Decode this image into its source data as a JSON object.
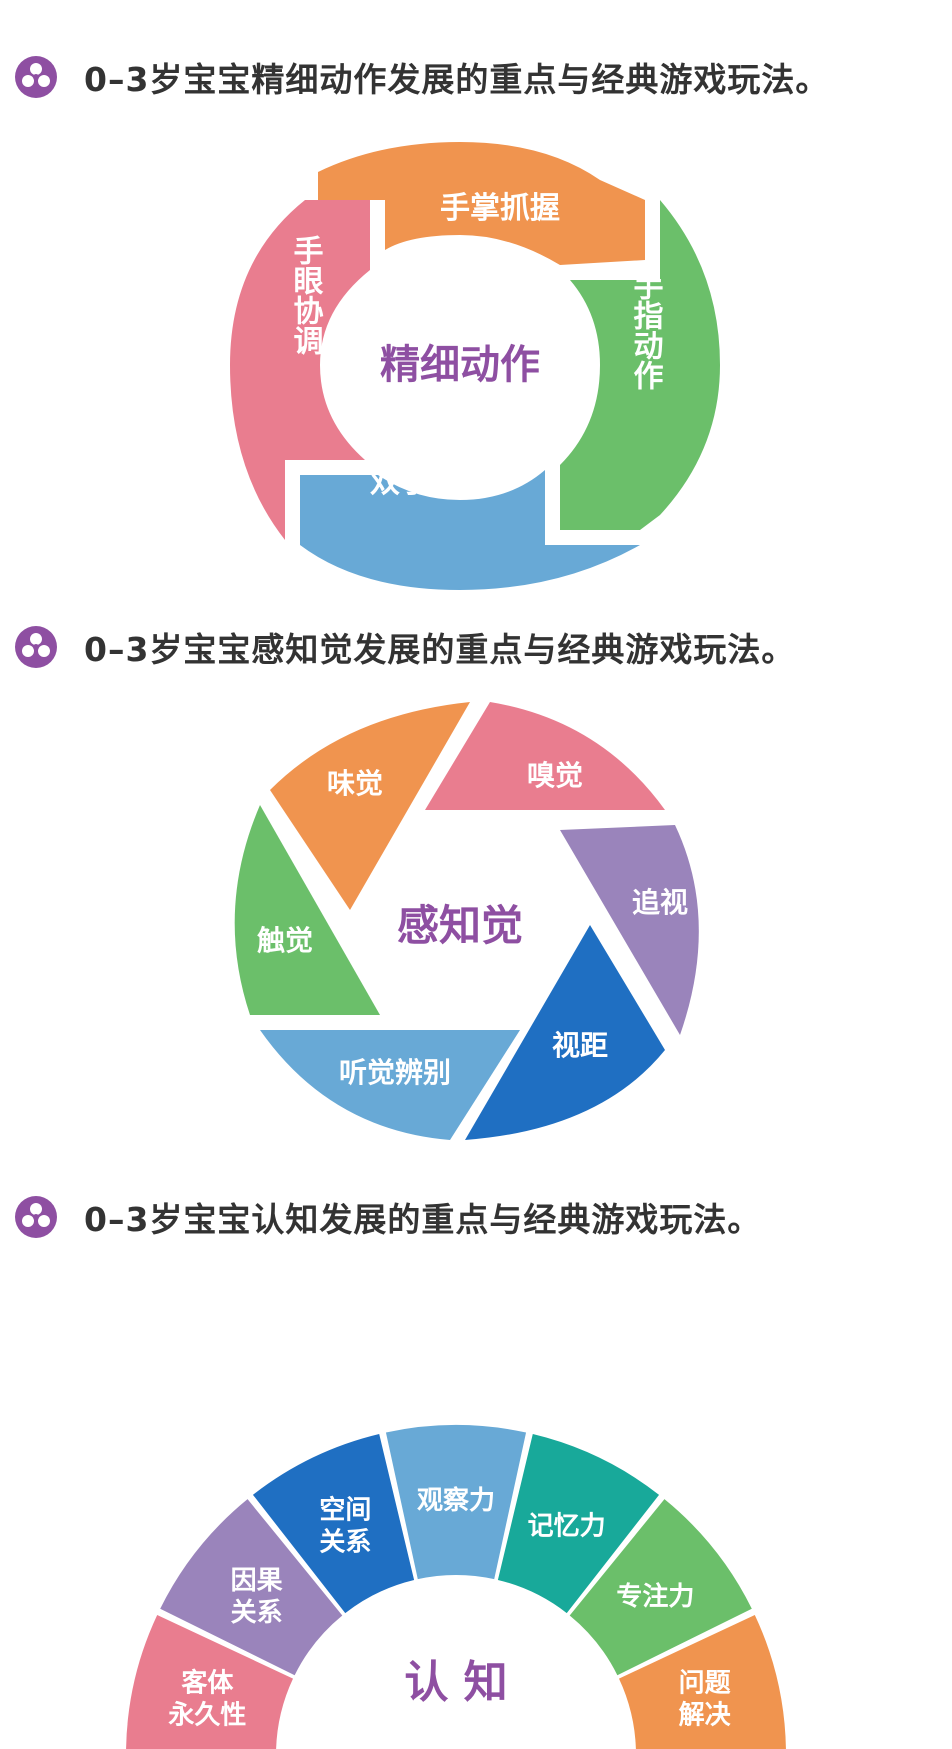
{
  "sections": [
    {
      "heading": "0–3岁宝宝精细动作发展的重点与经典游戏玩法。",
      "center": "精细动作",
      "segments": [
        {
          "label": "手掌抓握",
          "color": "#f0944f"
        },
        {
          "label": "手指动作",
          "color": "#6bbf6a"
        },
        {
          "label": "双手协作",
          "color": "#68a9d6"
        },
        {
          "label": "手眼协调",
          "color": "#e97d8f"
        }
      ]
    },
    {
      "heading": "0–3岁宝宝感知觉发展的重点与经典游戏玩法。",
      "center": "感知觉",
      "segments": [
        {
          "label": "嗅觉",
          "color": "#e97d8f"
        },
        {
          "label": "追视",
          "color": "#9a84bb"
        },
        {
          "label": "视距",
          "color": "#1f6fc2"
        },
        {
          "label": "听觉辨别",
          "color": "#68a9d6"
        },
        {
          "label": "触觉",
          "color": "#6bbf6a"
        },
        {
          "label": "味觉",
          "color": "#f0944f"
        }
      ]
    },
    {
      "heading": "0–3岁宝宝认知发展的重点与经典游戏玩法。",
      "center": "认 知",
      "segments": [
        {
          "label": "客体永久性",
          "color": "#e97d8f"
        },
        {
          "label": "因果关系",
          "color": "#9a84bb"
        },
        {
          "label": "空间关系",
          "color": "#1f6fc2"
        },
        {
          "label": "观察力",
          "color": "#68a9d6"
        },
        {
          "label": "记忆力",
          "color": "#18a99a"
        },
        {
          "label": "专注力",
          "color": "#6bbf6a"
        },
        {
          "label": "问题解决",
          "color": "#f0944f"
        }
      ]
    }
  ],
  "icon": {
    "name": "flower-icon",
    "color": "#8e4fa2"
  }
}
